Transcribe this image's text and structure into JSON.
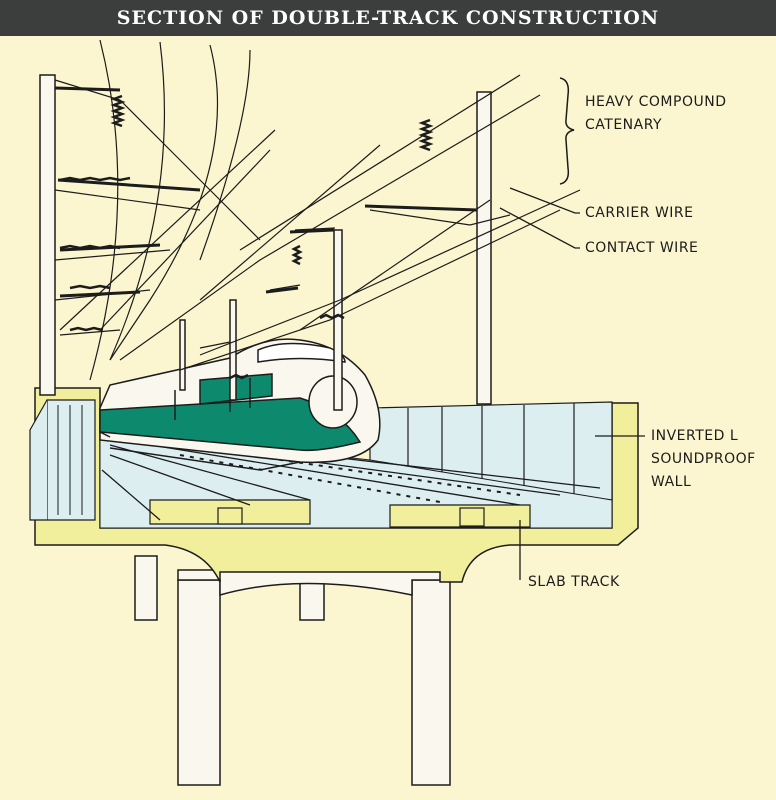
{
  "title": "SECTION OF DOUBLE-TRACK CONSTRUCTION",
  "colors": {
    "background": "#fbf6cf",
    "title_bar": "#3c3e3d",
    "title_text": "#ffffff",
    "concrete": "#f1ee9c",
    "pier": "#faf8ee",
    "wall_panel": "#dceef0",
    "train_stripe": "#0d8a6e",
    "line": "#1c1c1c"
  },
  "labels": {
    "catenary": [
      "HEAVY COMPOUND",
      "CATENARY"
    ],
    "carrier_wire": "CARRIER WIRE",
    "contact_wire": "CONTACT WIRE",
    "soundproof_wall": [
      "INVERTED L",
      "SOUNDPROOF",
      "WALL"
    ],
    "slab_track": "SLAB TRACK"
  }
}
